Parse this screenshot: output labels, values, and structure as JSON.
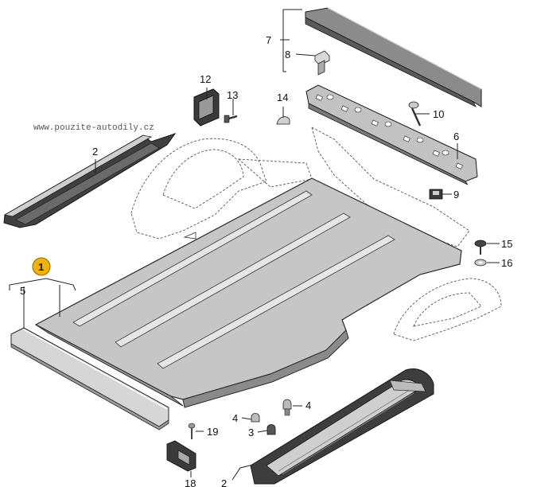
{
  "watermark": "www.pouzite-autodily.cz",
  "badge": {
    "label": "1",
    "color": "#f2b200"
  },
  "callouts": {
    "c2a": "2",
    "c2b": "2",
    "c3": "3",
    "c4a": "4",
    "c4b": "4",
    "c5": "5",
    "c6": "6",
    "c7": "7",
    "c8": "8",
    "c9": "9",
    "c10": "10",
    "c12": "12",
    "c13": "13",
    "c14": "14",
    "c15": "15",
    "c16": "16",
    "c18": "18",
    "c19": "19"
  },
  "colors": {
    "panel": "#c8c8c8",
    "panel_dark": "#8d8d8d",
    "panel_light": "#e3e3e3",
    "outline": "#333333",
    "ghost": "#f0f0f0"
  }
}
